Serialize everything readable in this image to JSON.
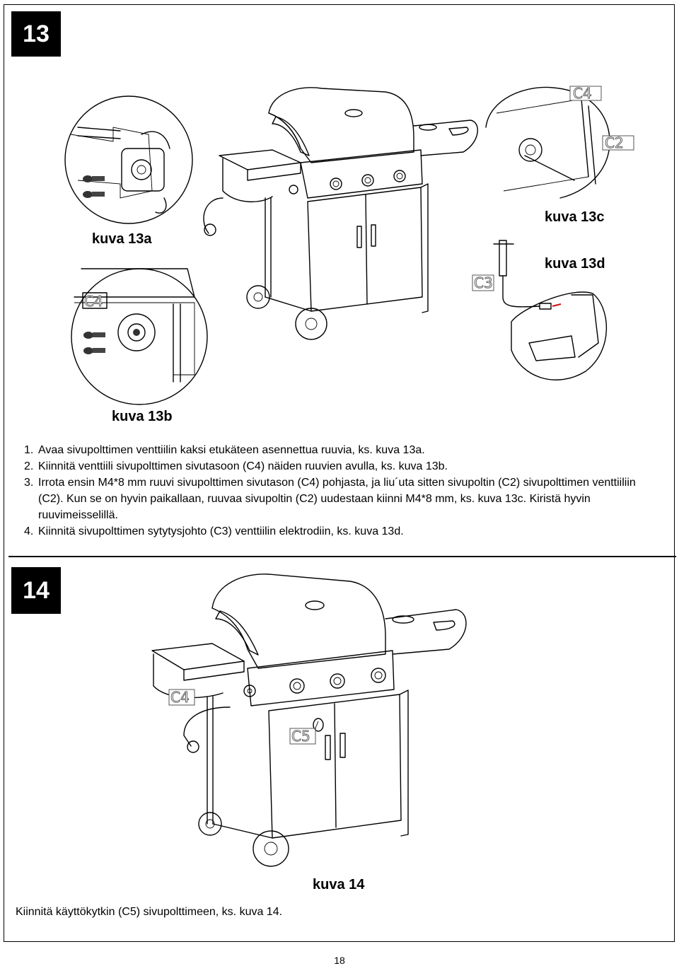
{
  "step13": {
    "number": "13",
    "captions": {
      "a": "kuva 13a",
      "b": "kuva 13b",
      "c": "kuva 13c",
      "d": "kuva 13d"
    },
    "part_labels": {
      "c4_top": "C4",
      "c2": "C2",
      "c3": "C3",
      "c4_b": "C4"
    },
    "instructions": [
      {
        "num": "1.",
        "text": "Avaa sivupolttimen venttiilin kaksi etukäteen asennettua ruuvia, ks. kuva 13a."
      },
      {
        "num": "2.",
        "text": "Kiinnitä venttiili sivupolttimen sivutasoon (C4) näiden ruuvien avulla, ks. kuva 13b."
      },
      {
        "num": "3.",
        "text": "Irrota ensin M4*8 mm ruuvi sivupolttimen sivutason (C4) pohjasta, ja liu´uta sitten sivupoltin (C2) sivupolttimen venttiiliin (C2). Kun se on hyvin paikallaan, ruuvaa sivupoltin (C2) uudestaan kiinni M4*8 mm, ks. kuva 13c. Kiristä hyvin ruuvimeisselillä."
      },
      {
        "num": "4.",
        "text": "Kiinnitä sivupolttimen sytytysjohto (C3) venttiilin elektrodiin, ks. kuva 13d."
      }
    ]
  },
  "step14": {
    "number": "14",
    "caption": "kuva 14",
    "part_labels": {
      "c4": "C4",
      "c5": "C5"
    },
    "note": "Kiinnitä käyttökytkin (C5) sivupolttimeen, ks. kuva 14."
  },
  "page_number": "18",
  "colors": {
    "badge_background": "#000000",
    "badge_text": "#ffffff",
    "line": "#000000",
    "pointer_red": "#d01010"
  }
}
